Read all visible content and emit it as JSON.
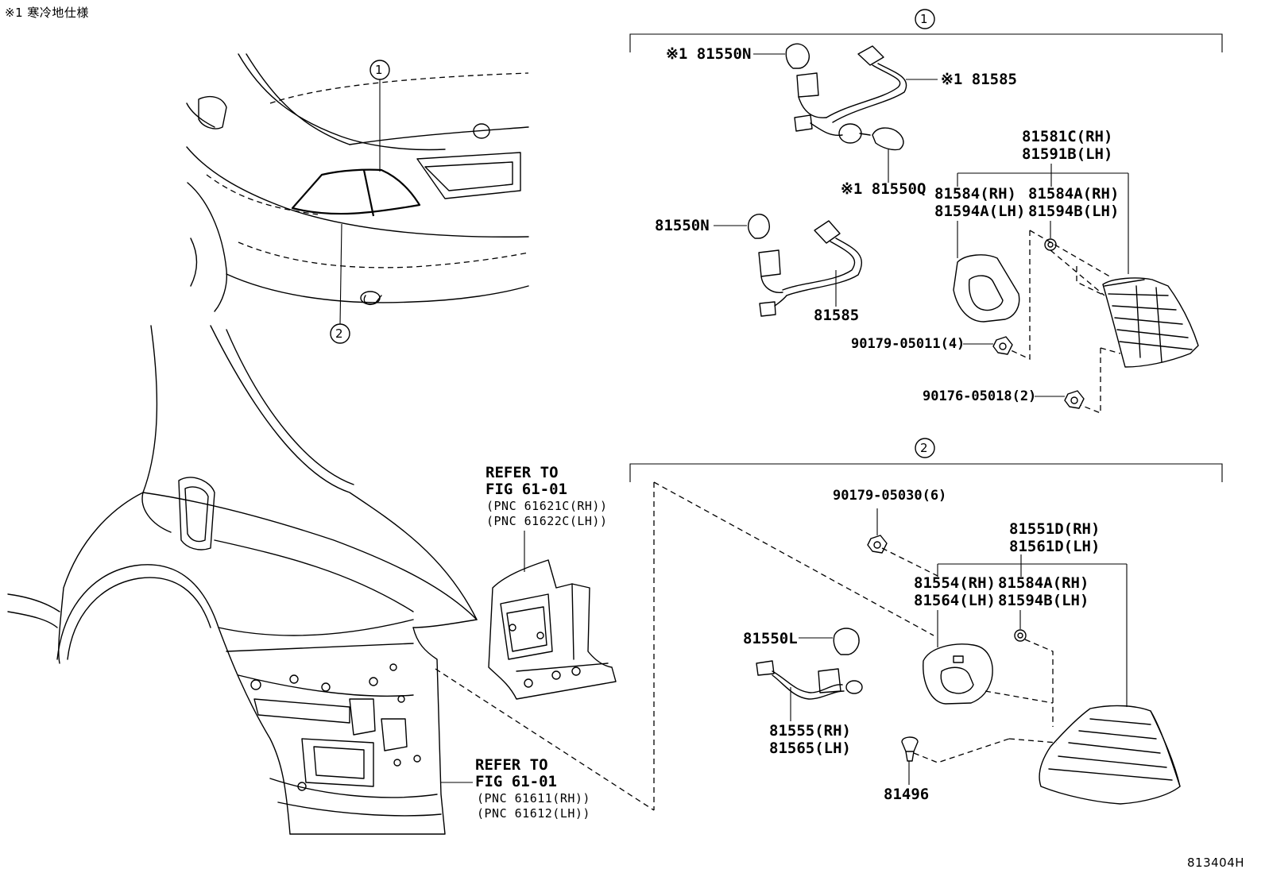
{
  "note": "※1 寒冷地仕様",
  "figure_code": "813404H",
  "callouts": {
    "one": "1",
    "two": "2"
  },
  "refer_upper": {
    "line1": "REFER TO",
    "line2": "FIG 61-01",
    "line3": "(PNC 61621C(RH))",
    "line4": "(PNC 61622C(LH))"
  },
  "refer_lower": {
    "line1": "REFER TO",
    "line2": "FIG 61-01",
    "line3": "(PNC 61611(RH))",
    "line4": "(PNC 61612(LH))"
  },
  "group1": {
    "p_81550N_cold": "※1 81550N",
    "p_81585_cold": "※1 81585",
    "p_81550Q_cold": "※1 81550Q",
    "p_81550N": "81550N",
    "p_81585": "81585",
    "p_81581C_rh": "81581C(RH)",
    "p_81591B_lh": "81591B(LH)",
    "p_81584_rh": "81584(RH)",
    "p_81594A_lh": "81594A(LH)",
    "p_81584A_rh": "81584A(RH)",
    "p_81594B_lh": "81594B(LH)",
    "p_90179_05011": "90179-05011(4)",
    "p_90176_05018": "90176-05018(2)"
  },
  "group2": {
    "p_90179_05030": "90179-05030(6)",
    "p_81551D_rh": "81551D(RH)",
    "p_81561D_lh": "81561D(LH)",
    "p_81554_rh": "81554(RH)",
    "p_81564_lh": "81564(LH)",
    "p_81584A_rh": "81584A(RH)",
    "p_81594B_lh": "81594B(LH)",
    "p_81550L": "81550L",
    "p_81555_rh": "81555(RH)",
    "p_81565_lh": "81565(LH)",
    "p_81496": "81496"
  }
}
